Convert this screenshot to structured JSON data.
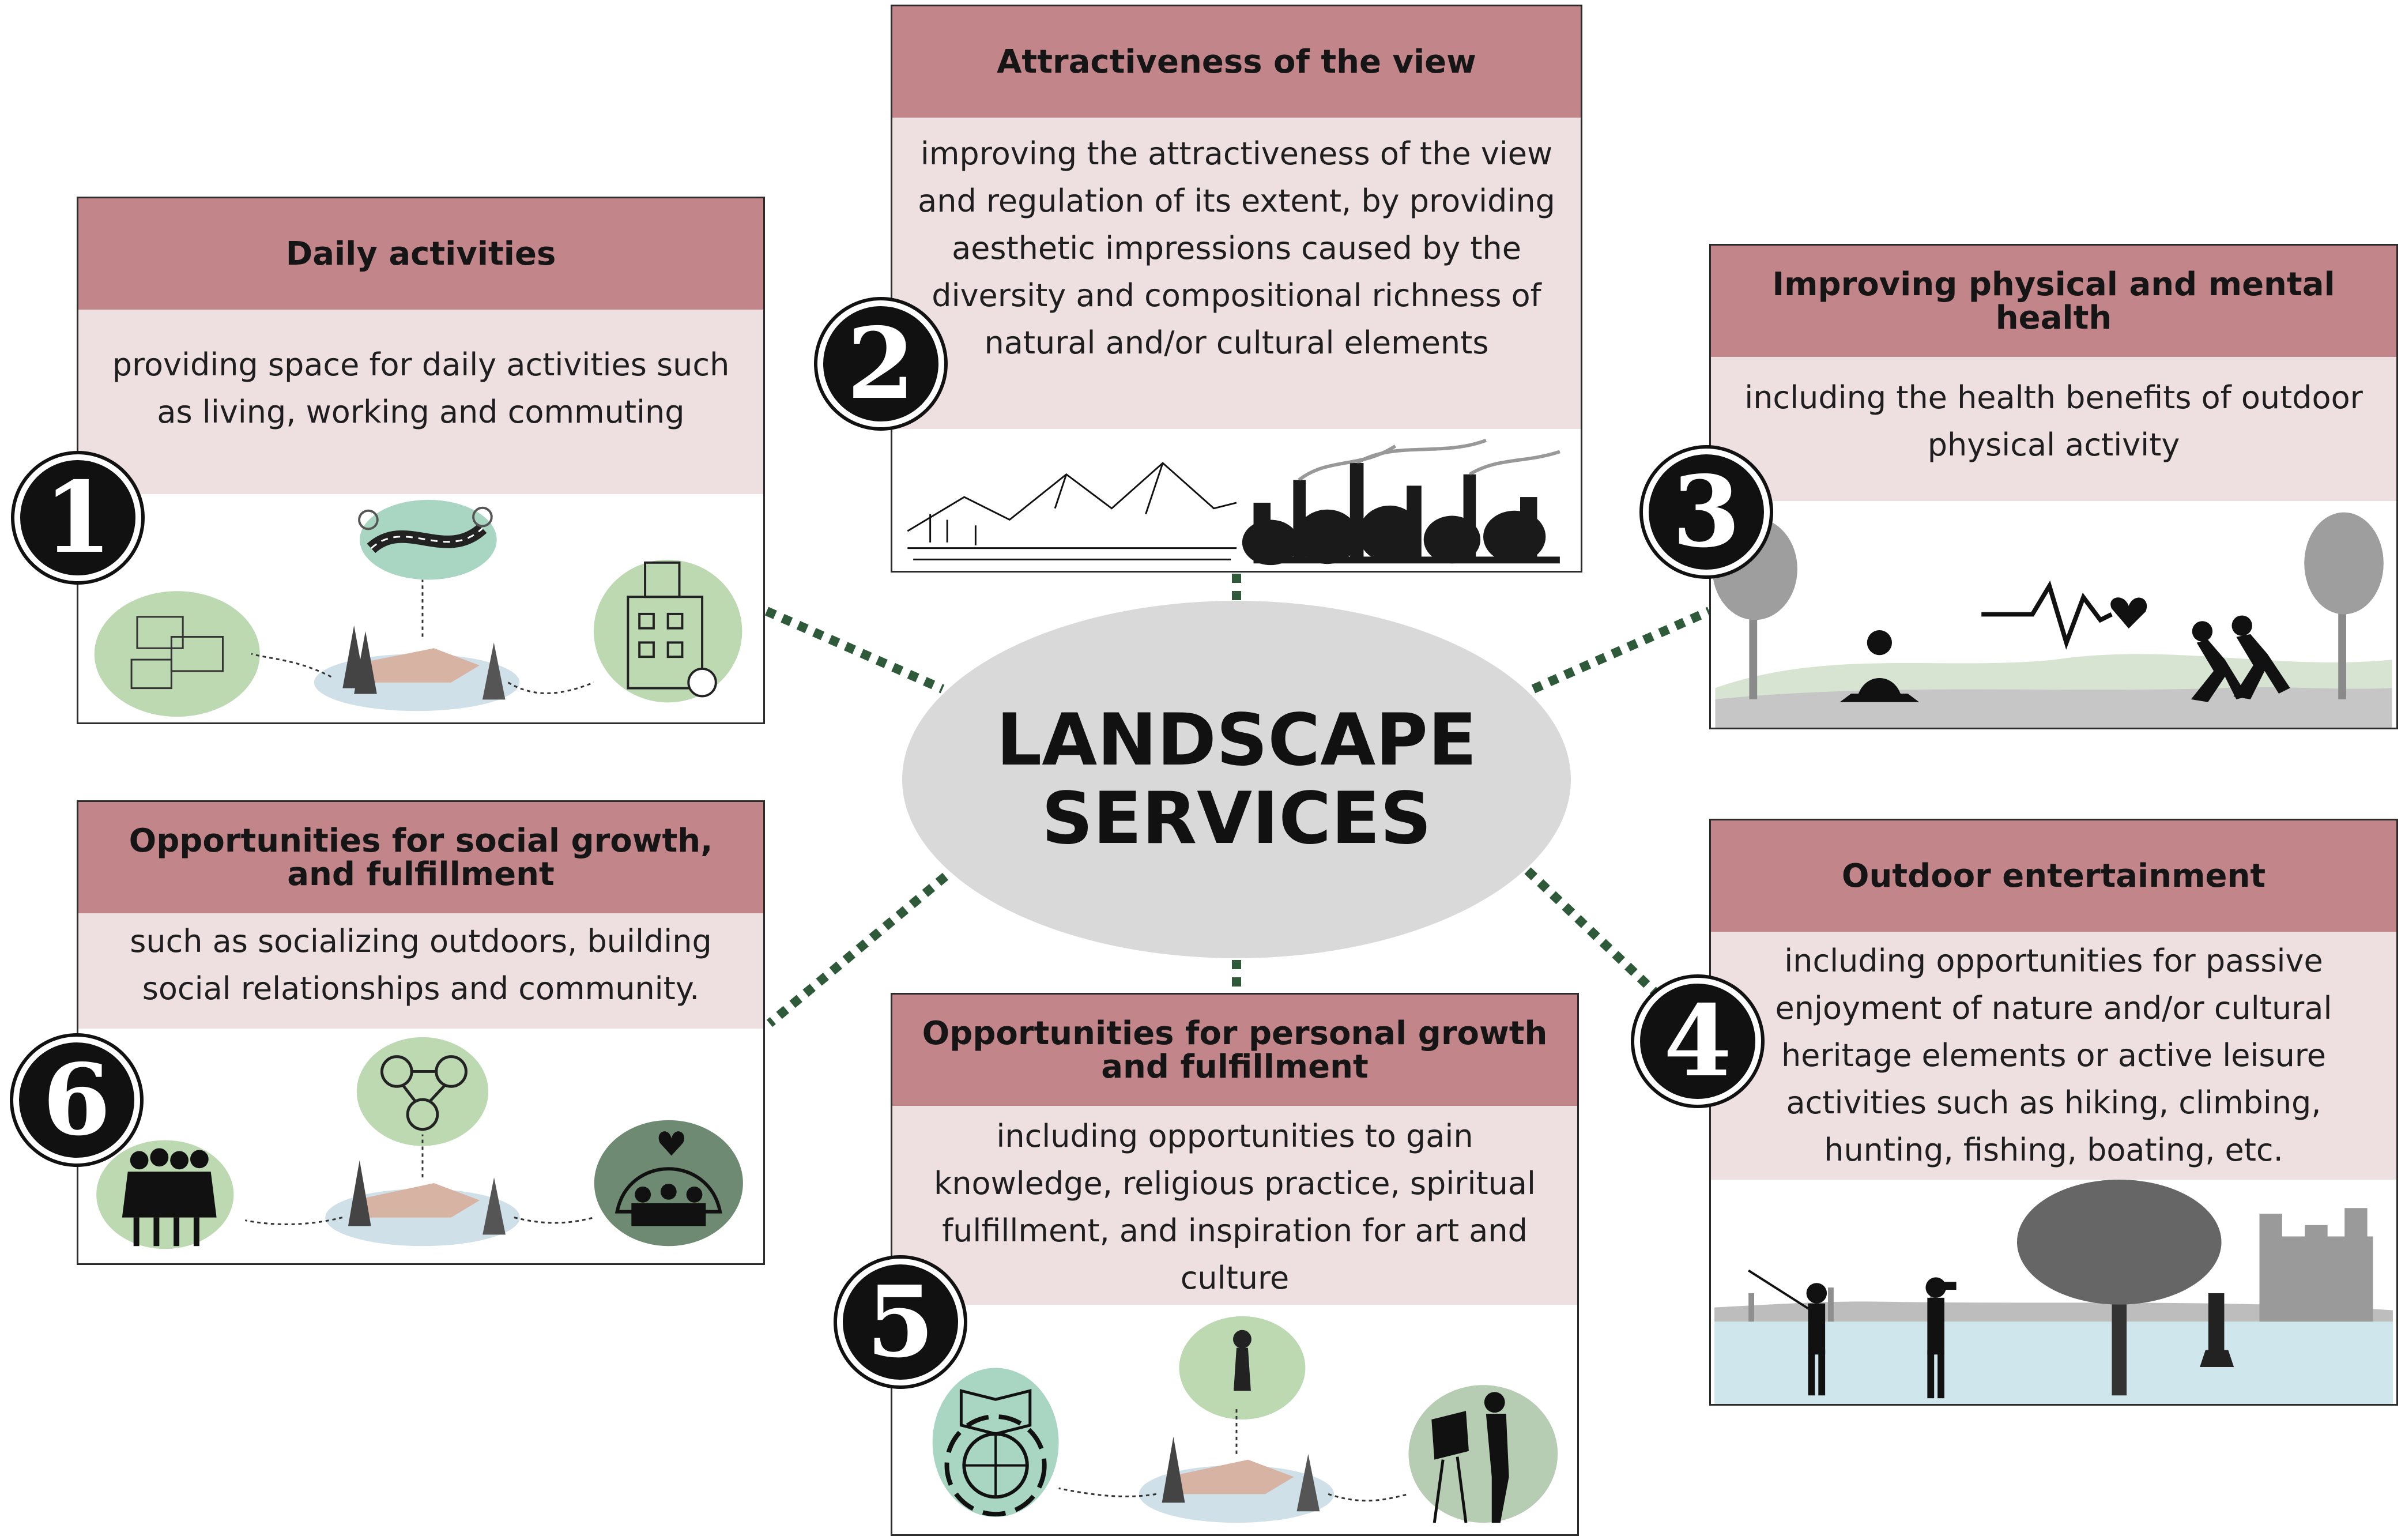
{
  "center": {
    "line1": "LANDSCAPE",
    "line2": "SERVICES"
  },
  "cards": [
    {
      "number": "1",
      "title": "Daily activities",
      "description": "providing space for daily activities such as living, working and commuting",
      "icons": [
        "residential-buildings-icon",
        "road-map-pin-icon",
        "office-building-money-icon",
        "landscape-trees-icon"
      ]
    },
    {
      "number": "2",
      "title": "Attractiveness of the view",
      "description": "improving the attractiveness of the view and regulation of its extent, by providing aesthetic impressions caused by the diversity and compositional richness of natural and/or cultural elements",
      "icons": [
        "mountain-landscape-sketch-icon",
        "industrial-skyline-icon"
      ]
    },
    {
      "number": "3",
      "title": "Improving physical and mental health",
      "description": "including the health benefits of outdoor physical activity",
      "icons": [
        "meditating-person-icon",
        "heartbeat-icon",
        "runners-icon",
        "trees-icon"
      ]
    },
    {
      "number": "4",
      "title": "Outdoor entertainment",
      "description": "including opportunities for passive enjoyment of nature and/or cultural heritage elements or active leisure activities such as hiking, climbing, hunting, fishing, boating, etc.",
      "icons": [
        "fisherman-icon",
        "birdwatcher-icon",
        "tree-icon",
        "castle-icon",
        "monument-icon",
        "lake-icon"
      ]
    },
    {
      "number": "5",
      "title": "Opportunities for personal growth and fulfillment",
      "description": "including opportunities to gain knowledge, religious practice, spiritual fulfillment, and inspiration for art and culture",
      "icons": [
        "book-globe-icon",
        "climber-icon",
        "painter-easel-icon",
        "landscape-trees-icon"
      ]
    },
    {
      "number": "6",
      "title": "Opportunities for social growth, and fulfillment",
      "description": "such as socializing outdoors, building social relationships and community.",
      "icons": [
        "group-people-icon",
        "network-people-icon",
        "community-heart-icon",
        "landscape-trees-icon"
      ]
    }
  ],
  "colors": {
    "title_band": "#c1858a",
    "description_band": "#eedfe0",
    "connector": "#2f5a3a",
    "center_ellipse": "#d9d9d9",
    "badge": "#111111",
    "icon_blob_green": "#bcd9b2"
  }
}
